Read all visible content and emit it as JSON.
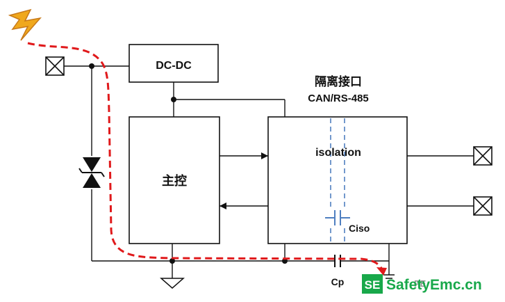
{
  "labels": {
    "dcdc": "DC-DC",
    "main_control": "主控",
    "isolated_interface": "隔离接口",
    "bus_types": "CAN/RS-485",
    "isolation": "isolation",
    "ciso": "Ciso",
    "cp": "Cp",
    "pe": "PE"
  },
  "watermark": {
    "badge": "SE",
    "text": "SafetyEmc.cn"
  },
  "colors": {
    "line": "#111111",
    "surge_path": "#e0191b",
    "isolation_barrier": "#4f7fc0",
    "lightning": "#f0a81c",
    "watermark_green": "#18a84a"
  },
  "icons": [
    "lightning-icon",
    "connector-icon",
    "tvs-diode-icon",
    "ground-icon",
    "capacitor-icon"
  ]
}
